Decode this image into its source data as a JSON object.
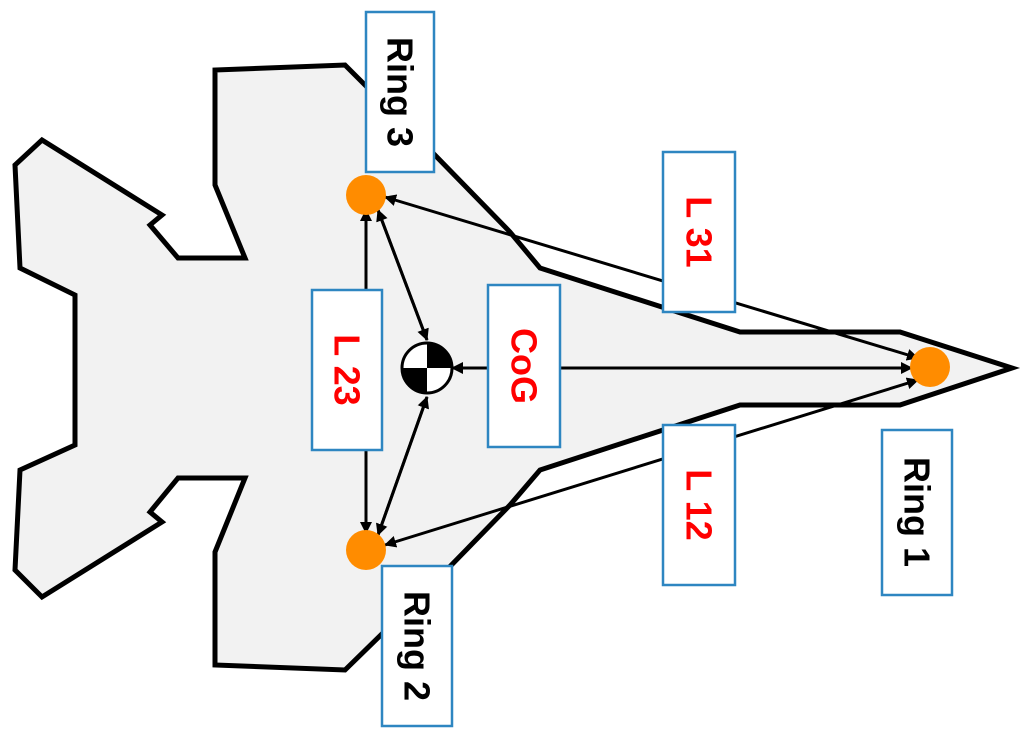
{
  "labels": {
    "ring1": "Ring 1",
    "ring2": "Ring 2",
    "ring3": "Ring 3",
    "l31": "L 31",
    "l23": "L 23",
    "l12": "L 12",
    "cog": "CoG"
  },
  "colors": {
    "aircraft_fill": "#f2f2f2",
    "outline": "#000000",
    "box_border": "#2e86c1",
    "ring_fill": "#ff8c00",
    "distance_text": "#ff0000",
    "ring_text": "#000000"
  }
}
